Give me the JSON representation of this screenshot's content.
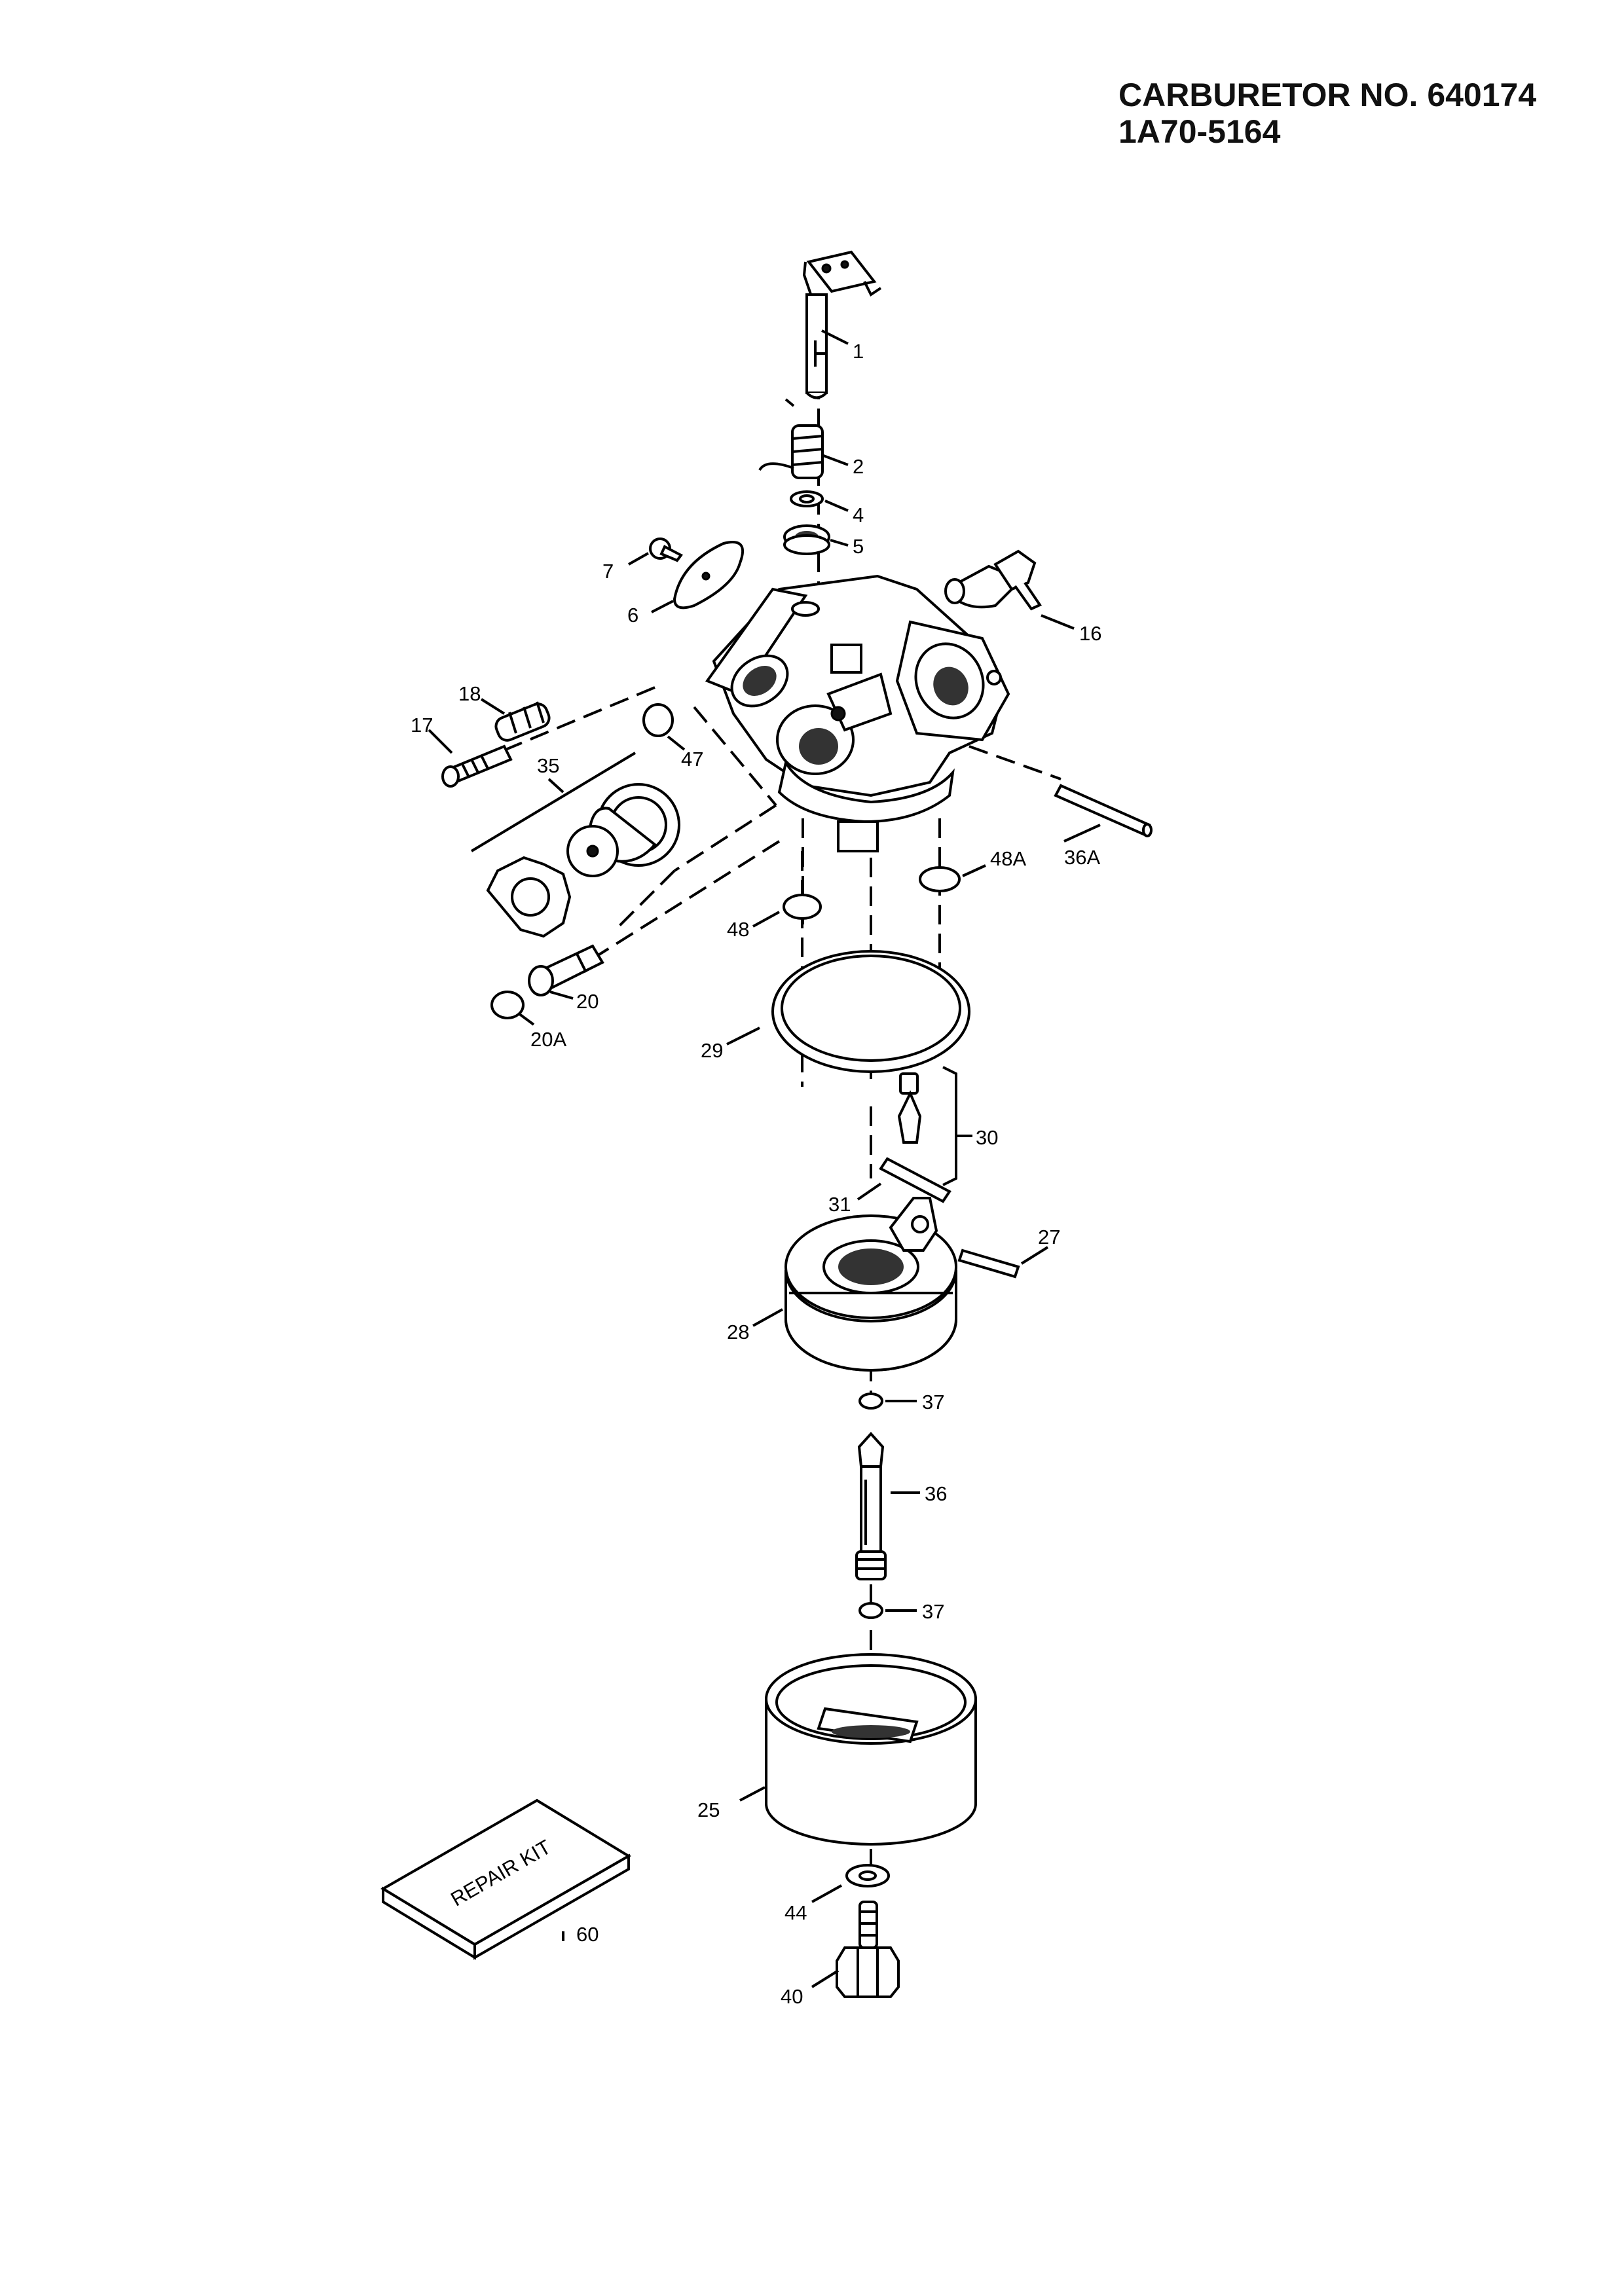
{
  "header": {
    "title": "CARBURETOR NO. 640174",
    "subtitle": "1A70-5164"
  },
  "repair_kit": {
    "box_text": "REPAIR KIT"
  },
  "parts": [
    {
      "label": "1"
    },
    {
      "label": "2"
    },
    {
      "label": "4"
    },
    {
      "label": "5"
    },
    {
      "label": "7"
    },
    {
      "label": "6"
    },
    {
      "label": "16"
    },
    {
      "label": "18"
    },
    {
      "label": "17"
    },
    {
      "label": "47"
    },
    {
      "label": "35"
    },
    {
      "label": "36A"
    },
    {
      "label": "48A"
    },
    {
      "label": "48"
    },
    {
      "label": "20"
    },
    {
      "label": "20A"
    },
    {
      "label": "29"
    },
    {
      "label": "30"
    },
    {
      "label": "31"
    },
    {
      "label": "27"
    },
    {
      "label": "28"
    },
    {
      "label": "37"
    },
    {
      "label": "36"
    },
    {
      "label": "37"
    },
    {
      "label": "25"
    },
    {
      "label": "44"
    },
    {
      "label": "40"
    },
    {
      "label": "60"
    }
  ]
}
